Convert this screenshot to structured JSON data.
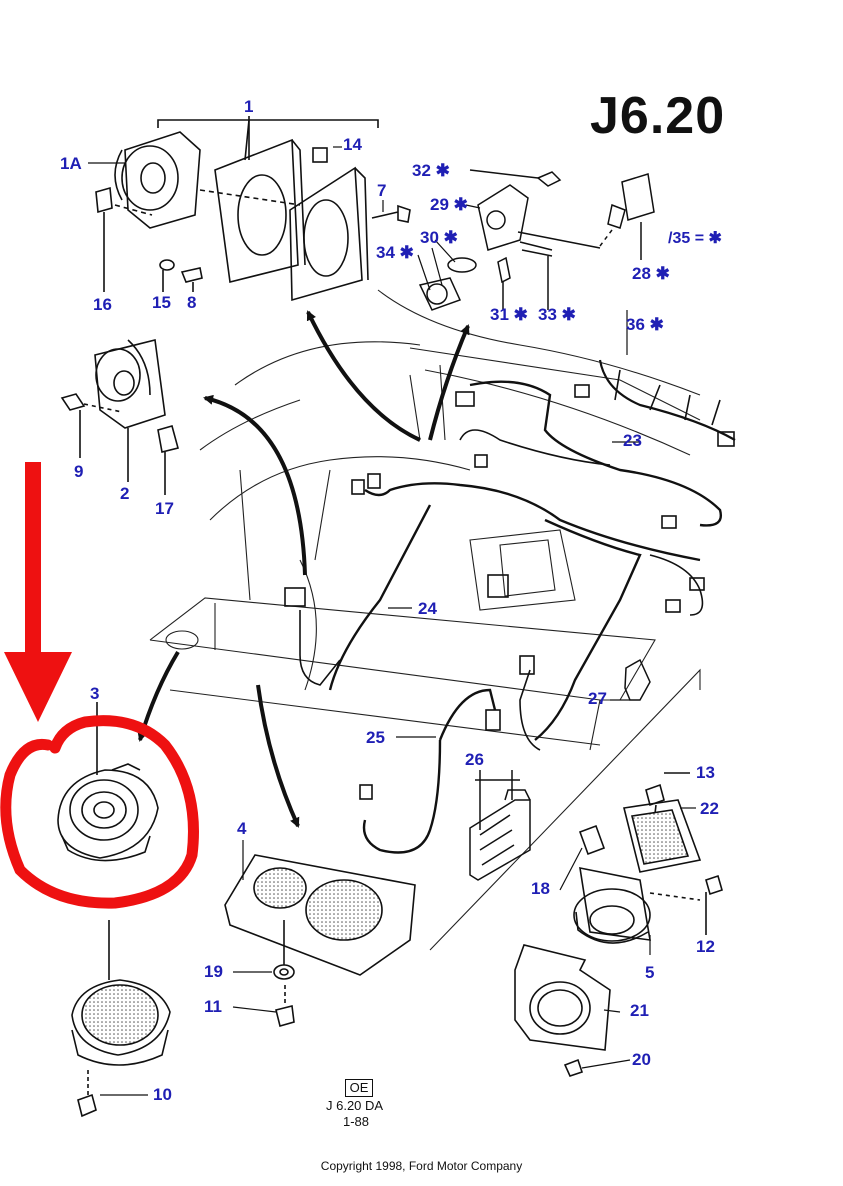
{
  "page_code": "J6.20",
  "callouts": {
    "c1": "1",
    "c1a": "1A",
    "c14": "14",
    "c7": "7",
    "c16": "16",
    "c15": "15",
    "c8": "8",
    "c32": "32 ✱",
    "c29": "29 ✱",
    "c30": "30 ✱",
    "c34": "34 ✱",
    "c31": "31 ✱",
    "c33": "33 ✱",
    "c28": "28 ✱",
    "c36": "36 ✱",
    "c9": "9",
    "c2": "2",
    "c17": "17",
    "c23": "23",
    "c24": "24",
    "c27": "27",
    "c3": "3",
    "c25": "25",
    "c26": "26",
    "c13": "13",
    "c22": "22",
    "c4": "4",
    "c18": "18",
    "c12": "12",
    "c5": "5",
    "c19": "19",
    "c11": "11",
    "c21": "21",
    "c20": "20",
    "c10": "10"
  },
  "legend": "/35 = ✱",
  "reference": {
    "box": "OE",
    "line1": "J 6.20 DA",
    "line2": "1-88"
  },
  "copyright": "Copyright 1998, Ford Motor Company",
  "colors": {
    "callout_blue": "#1f1fb4",
    "annotation_red": "#ee1111",
    "line_art": "#111111"
  }
}
